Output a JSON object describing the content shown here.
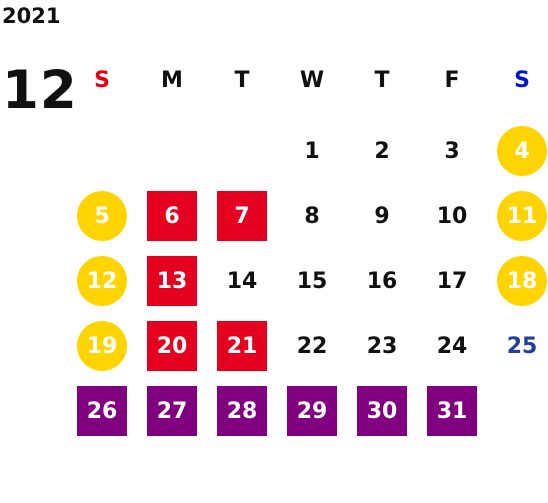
{
  "year": "2021",
  "month": "12",
  "weekdays": [
    {
      "label": "S",
      "color": "#e60012"
    },
    {
      "label": "M",
      "color": "#111111"
    },
    {
      "label": "T",
      "color": "#111111"
    },
    {
      "label": "W",
      "color": "#111111"
    },
    {
      "label": "T",
      "color": "#111111"
    },
    {
      "label": "F",
      "color": "#111111"
    },
    {
      "label": "S",
      "color": "#0017c7"
    }
  ],
  "styles": {
    "plain": {
      "bg": "transparent",
      "fg": "#111111",
      "shape": "none"
    },
    "plain_blue": {
      "bg": "transparent",
      "fg": "#1f3f9a",
      "shape": "none"
    },
    "yellow": {
      "bg": "#ffd400",
      "fg": "#ffffff",
      "shape": "circle"
    },
    "red": {
      "bg": "#e60020",
      "fg": "#ffffff",
      "shape": "square"
    },
    "purple": {
      "bg": "#800080",
      "fg": "#ffffff",
      "shape": "square"
    }
  },
  "weeks": [
    [
      null,
      null,
      null,
      {
        "day": "1",
        "style": "plain"
      },
      {
        "day": "2",
        "style": "plain"
      },
      {
        "day": "3",
        "style": "plain"
      },
      {
        "day": "4",
        "style": "yellow"
      }
    ],
    [
      {
        "day": "5",
        "style": "yellow"
      },
      {
        "day": "6",
        "style": "red"
      },
      {
        "day": "7",
        "style": "red"
      },
      {
        "day": "8",
        "style": "plain"
      },
      {
        "day": "9",
        "style": "plain"
      },
      {
        "day": "10",
        "style": "plain"
      },
      {
        "day": "11",
        "style": "yellow"
      }
    ],
    [
      {
        "day": "12",
        "style": "yellow"
      },
      {
        "day": "13",
        "style": "red"
      },
      {
        "day": "14",
        "style": "plain"
      },
      {
        "day": "15",
        "style": "plain"
      },
      {
        "day": "16",
        "style": "plain"
      },
      {
        "day": "17",
        "style": "plain"
      },
      {
        "day": "18",
        "style": "yellow"
      }
    ],
    [
      {
        "day": "19",
        "style": "yellow"
      },
      {
        "day": "20",
        "style": "red"
      },
      {
        "day": "21",
        "style": "red"
      },
      {
        "day": "22",
        "style": "plain"
      },
      {
        "day": "23",
        "style": "plain"
      },
      {
        "day": "24",
        "style": "plain"
      },
      {
        "day": "25",
        "style": "plain_blue"
      }
    ],
    [
      {
        "day": "26",
        "style": "purple"
      },
      {
        "day": "27",
        "style": "purple"
      },
      {
        "day": "28",
        "style": "purple"
      },
      {
        "day": "29",
        "style": "purple"
      },
      {
        "day": "30",
        "style": "purple"
      },
      {
        "day": "31",
        "style": "purple"
      },
      null
    ]
  ]
}
